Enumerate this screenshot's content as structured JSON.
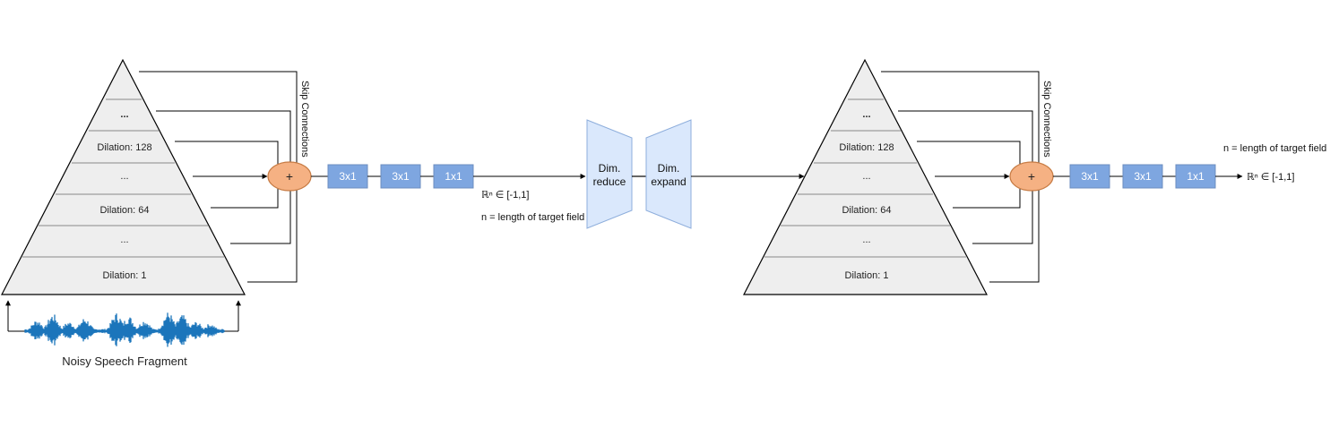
{
  "left_stack": {
    "layers": [
      "...",
      "Dilation: 128",
      "...",
      "Dilation: 64",
      "...",
      "Dilation: 1"
    ],
    "skip_label": "Skip Connections",
    "sum_symbol": "+",
    "blocks": [
      "3x1",
      "3x1",
      "1x1"
    ]
  },
  "right_stack": {
    "layers": [
      "...",
      "Dilation: 128",
      "...",
      "Dilation: 64",
      "...",
      "Dilation: 1"
    ],
    "skip_label": "Skip Connections",
    "sum_symbol": "+",
    "blocks": [
      "3x1",
      "3x1",
      "1x1"
    ]
  },
  "middle": {
    "output_space": "ℝⁿ ∈ [-1,1]",
    "n_note": "n = length of target field",
    "dim_reduce": [
      "Dim.",
      "reduce"
    ],
    "dim_expand": [
      "Dim.",
      "expand"
    ]
  },
  "output": {
    "n_note": "n = length of target field",
    "output_space": "ℝⁿ ∈ [-1,1]"
  },
  "input_caption": "Noisy Speech Fragment",
  "colors": {
    "pyramid_fill": "#eeeeee",
    "block_fill": "#7ea6e0",
    "block_stroke": "#6c8ebf",
    "sum_fill": "#f5b183",
    "sum_stroke": "#c77c45",
    "dim_fill": "#dae8fc",
    "dim_stroke": "#8eaedc",
    "waveform": "#1b75bb"
  }
}
